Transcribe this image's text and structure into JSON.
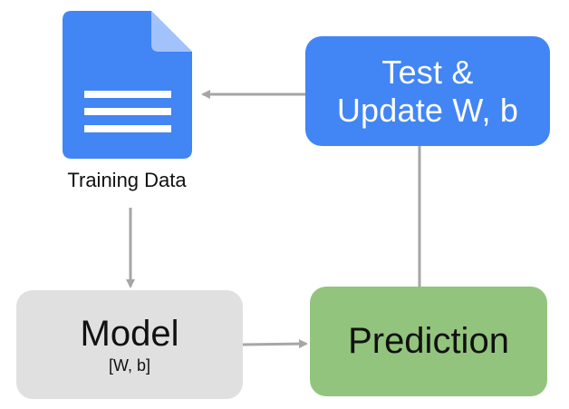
{
  "diagram": {
    "training_data": {
      "icon": "document-icon",
      "label": "Training Data",
      "color": "#4285F4"
    },
    "test_update": {
      "lines": [
        "Test &",
        "Update W, b"
      ],
      "color": "#4285F4"
    },
    "model": {
      "title": "Model",
      "params": "[W, b]",
      "color": "#E0E0E0"
    },
    "prediction": {
      "label": "Prediction",
      "color": "#93C47D"
    },
    "connector_color": "#A6A6A6"
  }
}
